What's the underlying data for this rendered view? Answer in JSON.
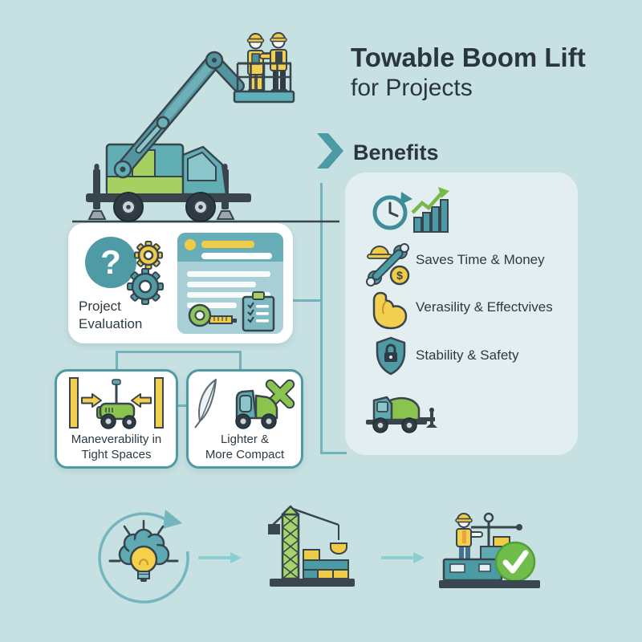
{
  "header": {
    "title_bold": "Towable Boom Lift",
    "title_sub": "for Projects"
  },
  "benefits": {
    "heading": "Benefits",
    "items": [
      {
        "icon": "clock-growth-chart-icon",
        "label": ""
      },
      {
        "icon": "hardhat-wrench-money-icon",
        "label": "Saves Time & Money"
      },
      {
        "icon": "bicep-strength-icon",
        "label": "Verasility & Effectvives"
      },
      {
        "icon": "shield-lock-icon",
        "label": "Stability & Safety"
      },
      {
        "icon": "towable-lift-trailer-icon",
        "label": ""
      }
    ]
  },
  "evaluation": {
    "question_mark": "?",
    "label_line1": "Project",
    "label_line2": "Evaluation"
  },
  "features": [
    {
      "icon": "tight-spaces-vehicle-icon",
      "line1": "Maneverability in",
      "line2": "Tight Spaces"
    },
    {
      "icon": "feather-compact-vehicle-icon",
      "line1": "Lighter &",
      "line2": "More Compact"
    }
  ],
  "process": {
    "steps": [
      {
        "icon": "idea-brain-bulb-icon"
      },
      {
        "icon": "crane-loading-icon"
      },
      {
        "icon": "approved-machine-worker-icon"
      }
    ]
  },
  "money": {
    "currency_symbol": "$"
  },
  "colors": {
    "background": "#c7e0e2",
    "panel": "#e3eef0",
    "teal": "#4e9ba6",
    "teal_light": "#8cc6cc",
    "dark": "#2f3b44",
    "yellow": "#f0cb45",
    "green": "#8bc34f",
    "check_green": "#6fbe4b",
    "connector": "#74b3ba"
  }
}
